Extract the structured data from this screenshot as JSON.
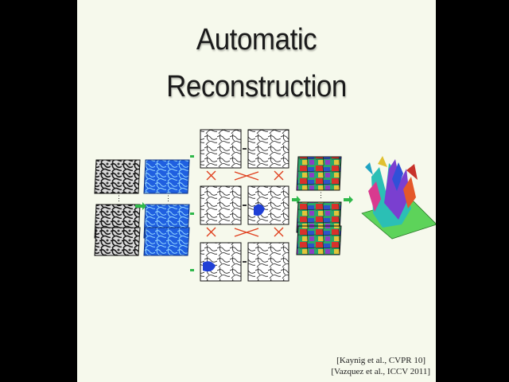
{
  "slide": {
    "title_line1": "Automatic",
    "title_line2": "Reconstruction",
    "citations": [
      "[Kaynig et al., CVPR 10]",
      "[Vazquez et al., ICCV 2011]"
    ]
  },
  "colors": {
    "slide_bg": "#f6f9ec",
    "probability_blue": "#1f5fe0",
    "arrow_green": "#2fb84a",
    "cross_red": "#e0401e"
  },
  "figure": {
    "stages": [
      "em-image-stack",
      "membrane-probability-stack",
      "region-graph-grid",
      "segmentation-stack",
      "3d-reconstruction"
    ]
  }
}
